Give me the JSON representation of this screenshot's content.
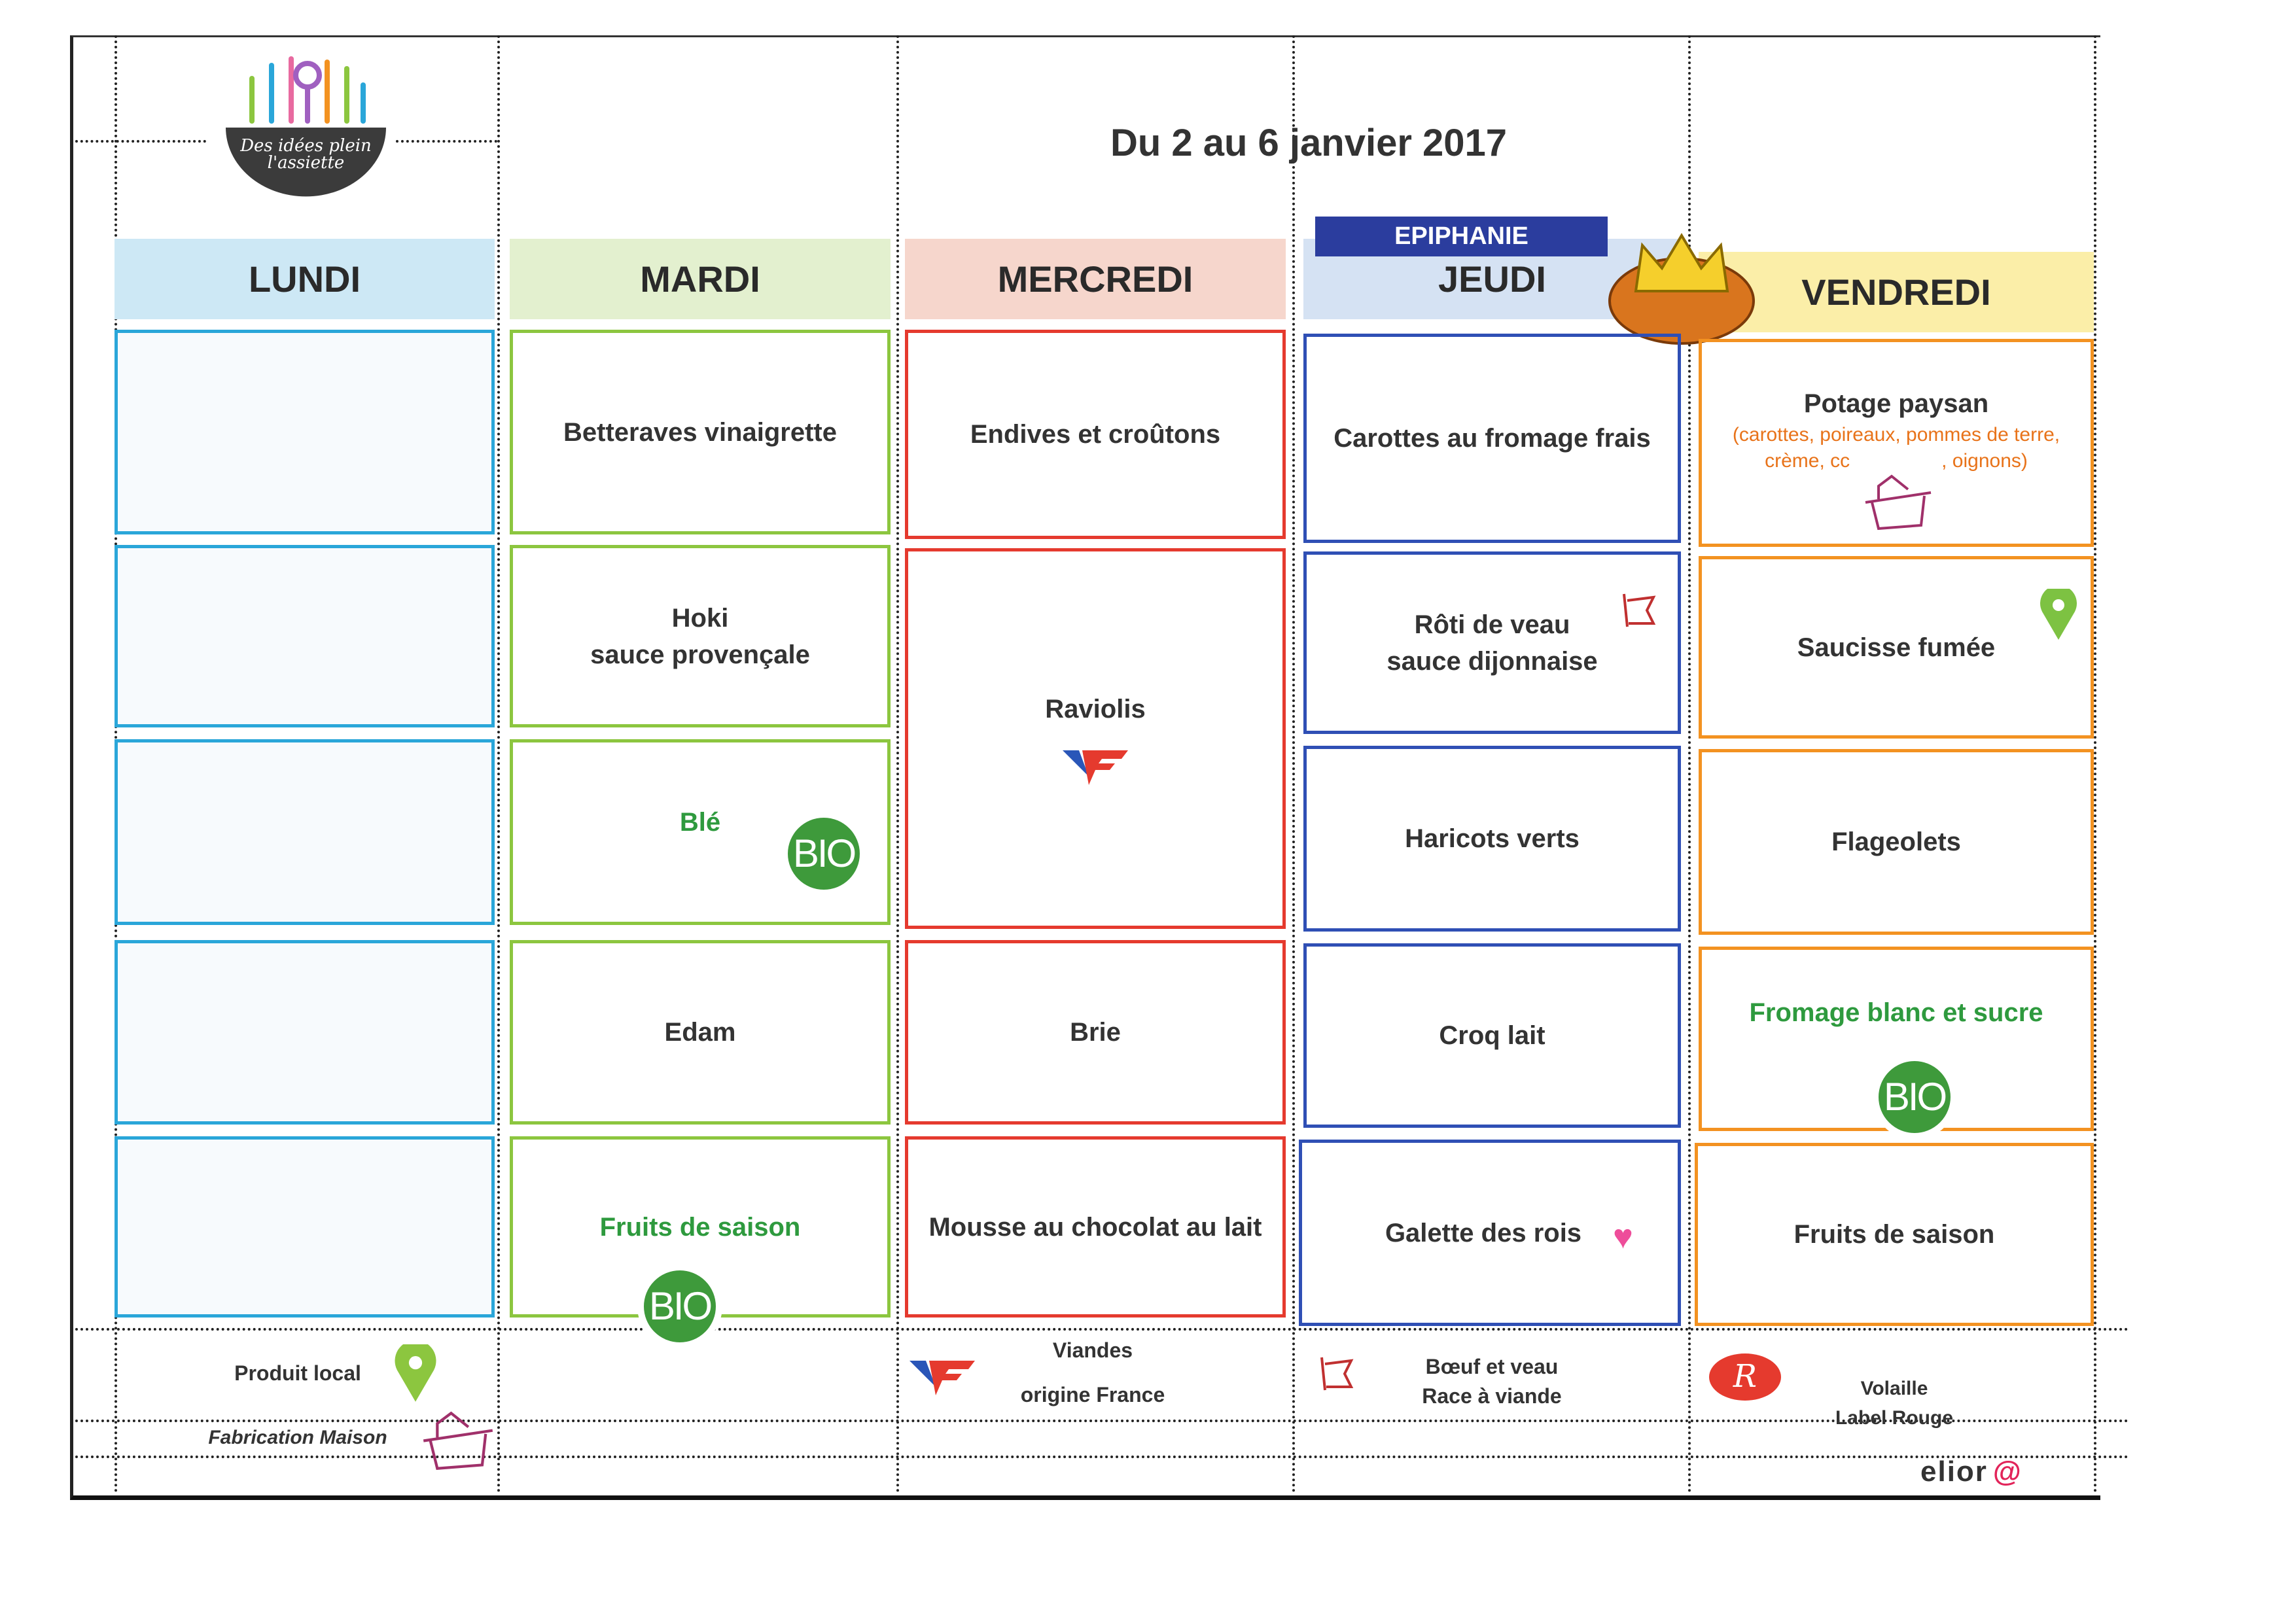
{
  "title": "Du 2 au 6 janvier 2017",
  "logo_text": "Des idées plein l'assiette",
  "event_label": "EPIPHANIE",
  "days": {
    "lundi": {
      "label": "LUNDI",
      "color": "#2aa6d9"
    },
    "mardi": {
      "label": "MARDI",
      "color": "#8cc63f",
      "dishes": [
        "Betteraves vinaigrette",
        "Hoki",
        "sauce provençale",
        "Blé",
        "Edam",
        "Fruits de saison"
      ]
    },
    "mercredi": {
      "label": "MERCREDI",
      "color": "#e53a2e",
      "dishes": [
        "Endives et croûtons",
        "Raviolis",
        "Brie",
        "Mousse au chocolat au lait"
      ]
    },
    "jeudi": {
      "label": "JEUDI",
      "color": "#2f4fb5",
      "dishes": [
        "Carottes au fromage frais",
        "Rôti de veau",
        "sauce dijonnaise",
        "Haricots verts",
        "Croq lait",
        "Galette des rois"
      ]
    },
    "vendredi": {
      "label": "VENDREDI",
      "color": "#f39221",
      "dishes": [
        "Potage paysan",
        "(carottes, poireaux, pommes de terre,",
        "crème, cc",
        ", oignons)",
        "Saucisse fumée",
        "Flageolets",
        "Fromage blanc et sucre",
        "Fruits de saison"
      ]
    }
  },
  "badges": {
    "bio": "BIO"
  },
  "legend": {
    "produit_local": "Produit local",
    "fabrication_maison": "Fabrication Maison",
    "viandes_1": "Viandes",
    "viandes_2": "origine France",
    "boeuf_1": "Bœuf et veau",
    "boeuf_2": "Race à viande",
    "volaille_1": "Volaille",
    "volaille_2": "Label Rouge"
  },
  "brand": "elior"
}
